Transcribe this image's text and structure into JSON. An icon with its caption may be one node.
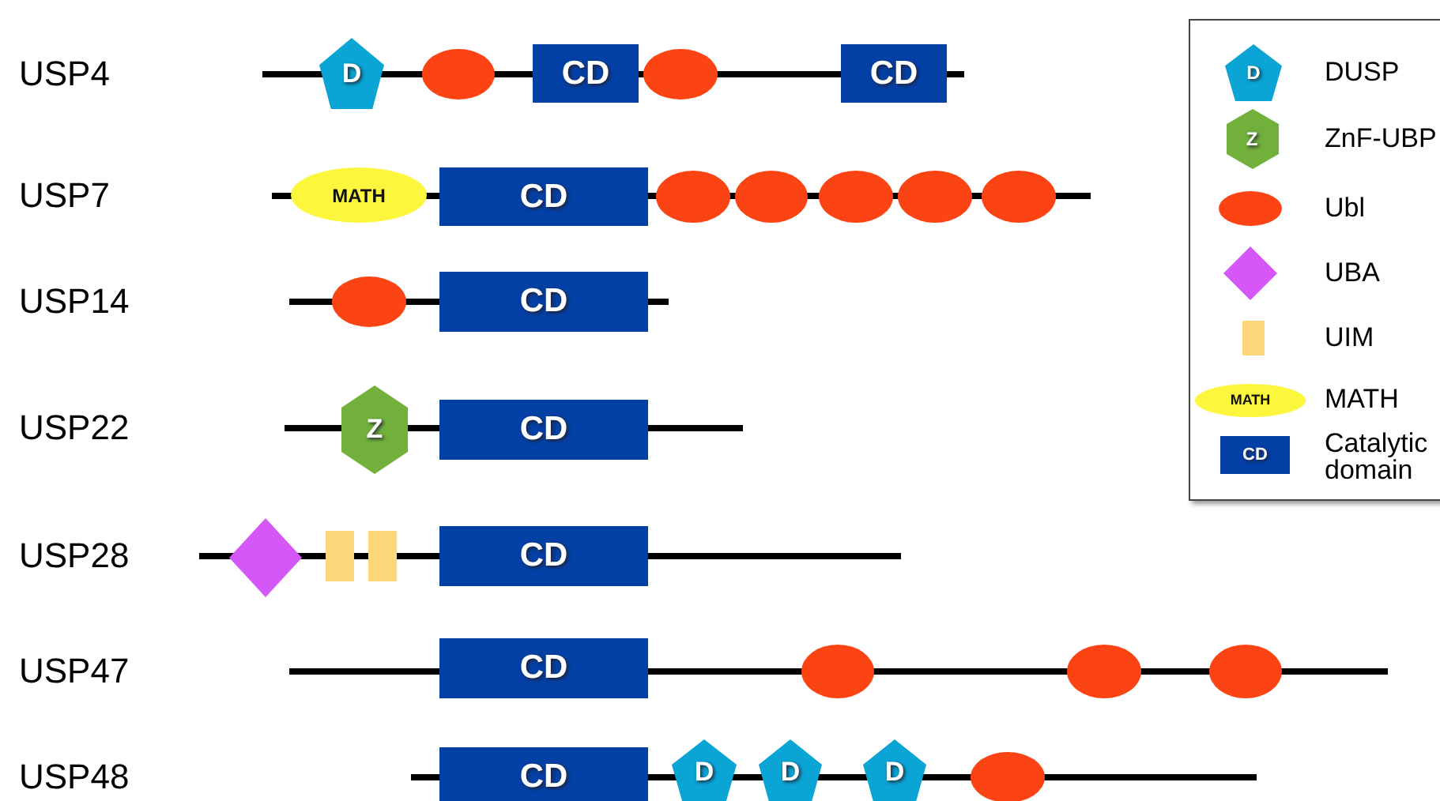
{
  "diagram": {
    "nodes": [
      {
        "text": [
          "D"
        ]
      },
      {
        "text": [],
        "shape": "ellipse"
      },
      {
        "text": [
          "CD"
        ]
      },
      {
        "text": [],
        "shape": "ellipse"
      },
      {
        "text": [
          "CD"
        ]
      },
      {
        "text": [
          "MATH"
        ]
      },
      {
        "text": [
          "CD"
        ]
      },
      {
        "text": [],
        "shape": "ellipse"
      },
      {
        "text": [],
        "shape": "ellipse"
      },
      {
        "text": [],
        "shape": "ellipse"
      },
      {
        "text": [],
        "shape": "ellipse"
      },
      {
        "text": [],
        "shape": "ellipse"
      },
      {
        "text": [],
        "shape": "ellipse"
      },
      {
        "text": [
          "CD"
        ]
      },
      {
        "text": [
          "Z"
        ]
      },
      {
        "text": [
          "CD"
        ]
      },
      {
        "text": [],
        "shape": "diamond"
      },
      {
        "text": [],
        "shape": "bar"
      },
      {
        "text": [],
        "shape": "bar"
      },
      {
        "text": [
          "CD"
        ]
      },
      {
        "text": [
          "CD"
        ]
      },
      {
        "text": [],
        "shape": "ellipse"
      },
      {
        "text": [],
        "shape": "ellipse"
      },
      {
        "text": [],
        "shape": "ellipse"
      },
      {
        "text": [
          "CD"
        ]
      },
      {
        "text": [
          "D"
        ]
      },
      {
        "text": [
          "D"
        ]
      },
      {
        "text": [
          "D"
        ]
      },
      {
        "text": [],
        "shape": "ellipse"
      }
    ],
    "labels": [
      "USP4",
      "USP7",
      "USP14",
      "USP22",
      "USP28",
      "USP47",
      "USP48",
      "D",
      "Z",
      "MATH",
      "CD"
    ],
    "legend": [
      {
        "text": "DUSP",
        "color": "#0aa5d5"
      },
      {
        "text": "ZnF-UBP",
        "color": "#72b03c"
      },
      {
        "text": "Ubl",
        "color": "#fc4314"
      },
      {
        "text": "UBA",
        "color": "#d557f7"
      },
      {
        "text": "UIM",
        "color": "#fdd77a"
      },
      {
        "text": "MATH",
        "color": "#fcf63d"
      },
      {
        "text": "Catalytic domain",
        "color": "#0340a5"
      }
    ]
  }
}
